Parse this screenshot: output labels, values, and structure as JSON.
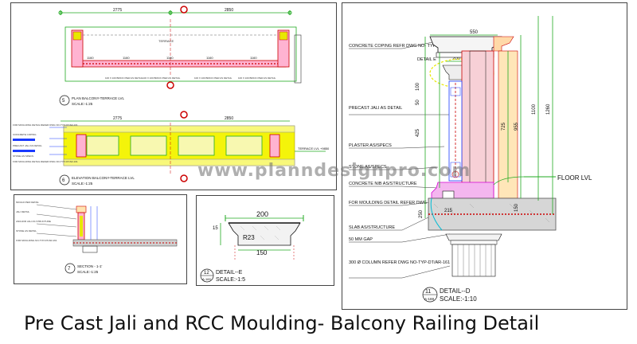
{
  "caption": "Pre Cast Jali and RCC Moulding- Balcony Railing Detail",
  "watermark": "www.planndesignpro.com",
  "colors": {
    "pink": "#ff66aa",
    "yellow": "#e8e800",
    "green": "#22aa22",
    "cyan": "#00bcd4",
    "red": "#cc0000",
    "magenta": "#d400d4",
    "blue": "#1a3aff"
  },
  "plan_panel": {
    "dims": [
      "2775",
      "2850"
    ],
    "sub_dims": [
      "1160",
      "1160",
      "1160",
      "1160",
      "1160"
    ],
    "center_label": "TERRACE",
    "notes": [
      "100 X 100 BRICK PIER AS DETAIL",
      "100 X 100 BRICK PIER AS DETAIL",
      "100 X 100 BRICK PIER AS DETAIL",
      "100 X 100 BRICK PIER AS DETAIL"
    ],
    "title_num": "5",
    "title": "PLAN BALCONY-TERRACE LVL",
    "scale": "SCALE:-1:25"
  },
  "elevation_panel": {
    "dims": [
      "2775",
      "2850"
    ],
    "left_notes": [
      "FOR MOULDING DETAIL REFER DWG NO-TYP-DT/AR-161",
      "CONCRETE COPING",
      "PRECAST JALI AS DETAIL",
      "STONE AS SPECS",
      "FOR MOULDING DETAIL REFER DWG NO-TYP-DT/AR-161"
    ],
    "right_note": "TERRACE LVL +9850",
    "title_num": "6",
    "title": "ELEVATION BALCONY-TERRACE LVL",
    "scale": "SCALE:-1:25"
  },
  "section_panel": {
    "notes": [
      "MOULD PER DETAIL",
      "JALI DETAIL",
      "ANCHOR JALI AS STRUCTURE",
      "STONE AS DETAIL",
      "FOR MOULDING NO-TYP-DT/AR-161"
    ],
    "title_num": "7",
    "title": "SECTION - 1-1'",
    "scale": "SCALE:-1:25"
  },
  "detail_e": {
    "dim_top": "200",
    "radius": "R23",
    "dim_bottom": "150",
    "side": "15",
    "title_num": "12",
    "sheet_ref": "A-169",
    "title": "DETAIL--E",
    "scale": "SCALE:-1:5"
  },
  "detail_d": {
    "labels": [
      "CONCRETE COPING REFR DWG NO- TYP-DT/AR-161",
      "DETAIL E",
      "PRECAST JALI AS DETAIL",
      "PLASTER AS/SPECS",
      "STONE AS/SPECS",
      "CONCRETE NIB AS/STRUCTURE",
      "FOR MOULDING DETAIL REFER DWG NO-TYP-DT/AR-161",
      "SLAB AS/STRUCTURE",
      "50 MM GAP",
      "300 Ø COLUMN REFER DWG NO-TYP-DT/AR-161"
    ],
    "dims": [
      "550",
      "200",
      "100",
      "50",
      "425",
      "725",
      "955",
      "1100",
      "1260",
      "215",
      "150",
      "250"
    ],
    "floor_label": "FLOOR LVL",
    "title_num": "11",
    "sheet_ref": "A-169",
    "title": "DETAIL--D",
    "scale": "SCALE:-1:10"
  }
}
